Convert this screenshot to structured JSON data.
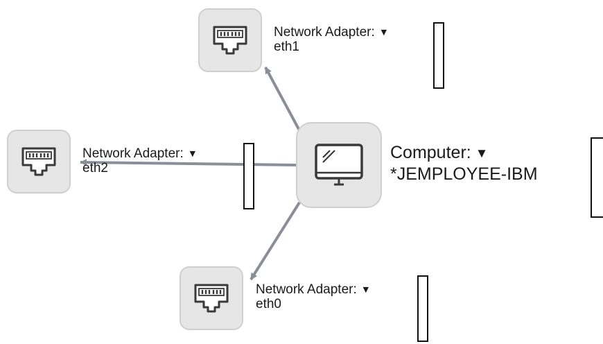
{
  "computer": {
    "label": "Computer:",
    "caret": "▼",
    "name": "*JEMPLOYEE-IBM",
    "icon": "monitor-icon"
  },
  "adapters": [
    {
      "id": "eth1",
      "label": "Network Adapter:",
      "caret": "▼",
      "name": "eth1",
      "icon": "ethernet-port-icon"
    },
    {
      "id": "eth2",
      "label": "Network Adapter:",
      "caret": "▼",
      "name": "eth2",
      "icon": "ethernet-port-icon"
    },
    {
      "id": "eth0",
      "label": "Network Adapter:",
      "caret": "▼",
      "name": "eth0",
      "icon": "ethernet-port-icon"
    }
  ],
  "colors": {
    "node_fill": "#e6e6e6",
    "node_border": "#cfcfcf",
    "edge": "#8a8e96",
    "icon_stroke": "#3a3a3a",
    "text": "#1a1a1a"
  }
}
